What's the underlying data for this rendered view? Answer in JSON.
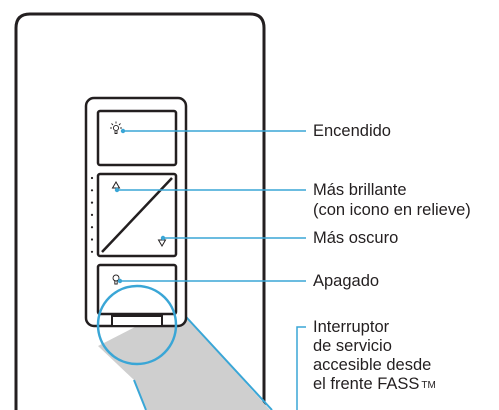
{
  "labels": {
    "on": "Encendido",
    "brighter": "Más brillante",
    "brighter_note": "(con icono en relieve)",
    "darker": "Más oscuro",
    "off": "Apagado",
    "fass_line1": "Interruptor",
    "fass_line2": "de servicio",
    "fass_line3": "accesible desde",
    "fass_line4": "el frente FASS",
    "fass_trademark": "TM"
  },
  "icons": {
    "on": "light-bulb-on-icon",
    "brighter": "raise-arrow-icon",
    "darker": "lower-arrow-icon",
    "off": "light-bulb-off-icon"
  },
  "colors": {
    "outline": "#231f20",
    "callout": "#3aa6d6",
    "callout_fill": "#cfcfcf",
    "text": "#231f20"
  },
  "level_leds": {
    "count": 7
  }
}
